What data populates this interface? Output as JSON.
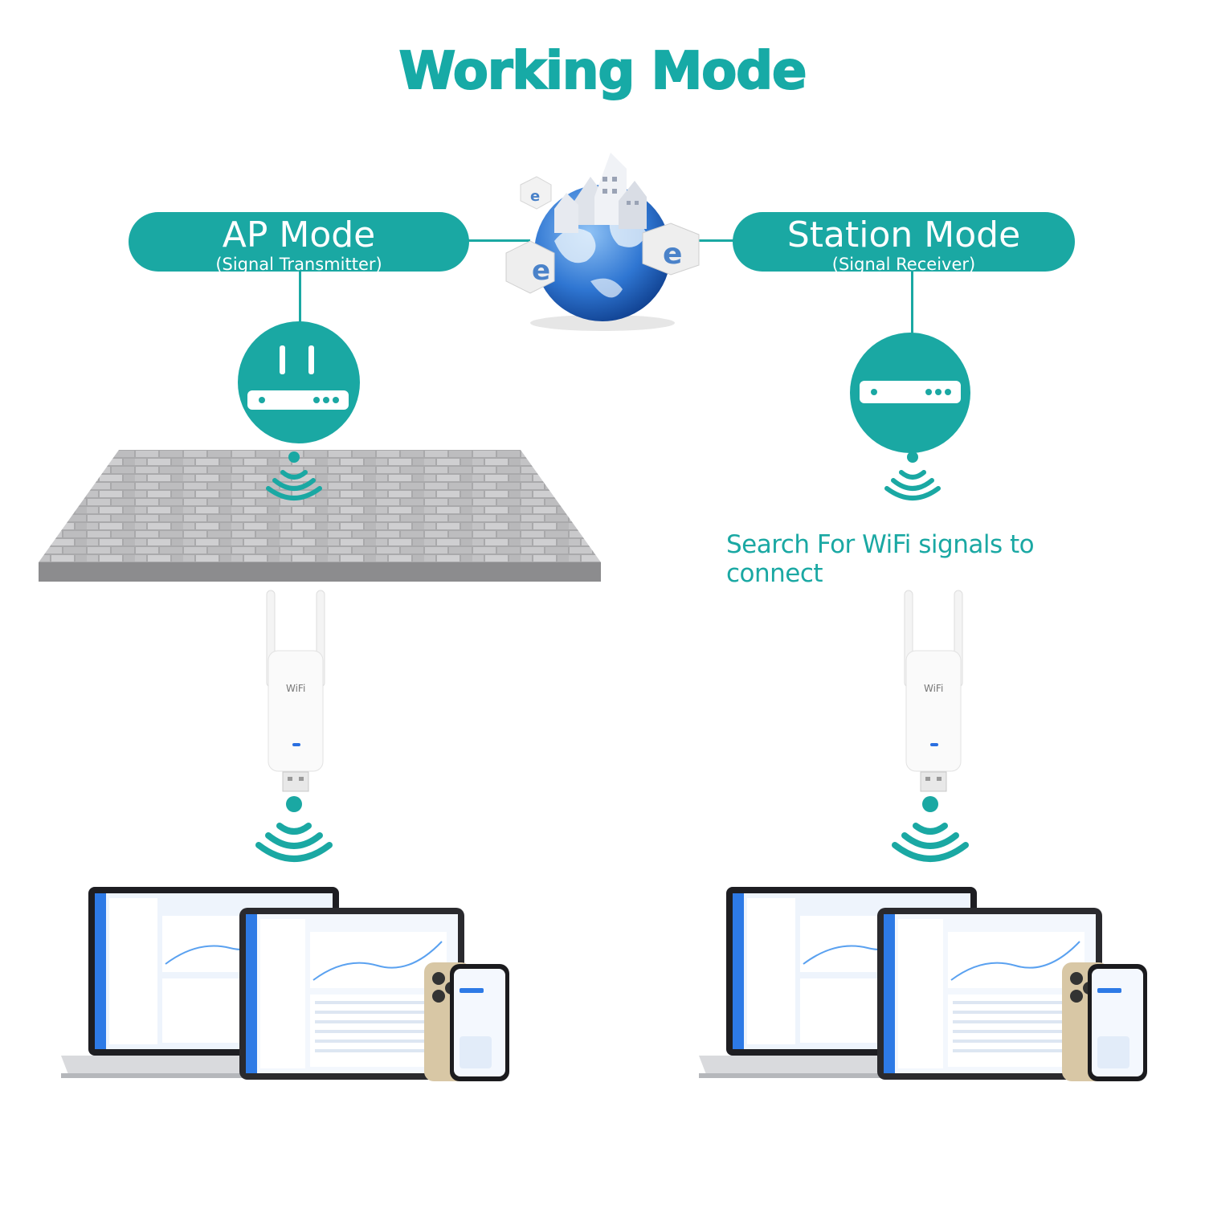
{
  "title": "Working Mode",
  "ap_mode": {
    "label": "AP Mode",
    "sublabel": "(Signal Transmitter)"
  },
  "station_mode": {
    "label": "Station Mode",
    "sublabel": "(Signal Receiver)"
  },
  "station_caption": "Search For WiFi signals to connect",
  "adapter_text": "WiFi",
  "colors": {
    "accent": "#1aa8a3",
    "globe": "#2f76d2",
    "wall": "#b9b9bb"
  },
  "icons": [
    "globe-icon",
    "router-antenna-icon",
    "router-flat-icon",
    "wifi-signal-icon",
    "usb-wifi-adapter",
    "laptop",
    "tablet",
    "smartphone",
    "brick-wall"
  ]
}
